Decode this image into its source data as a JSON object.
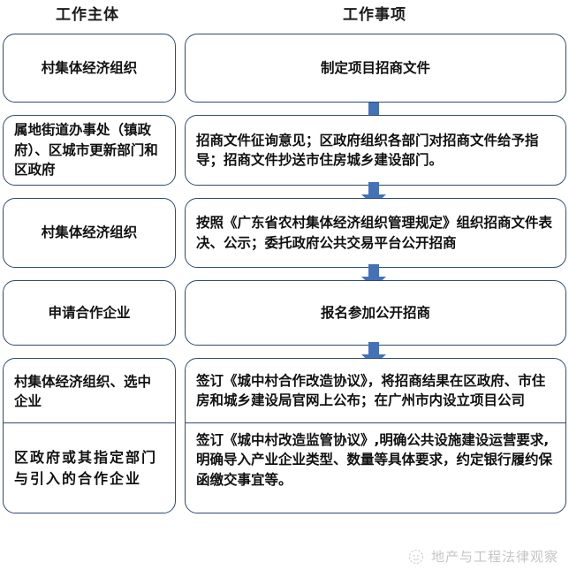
{
  "headers": {
    "left": "工作主体",
    "right": "工作事项"
  },
  "colors": {
    "box_border": "#2f4a74",
    "arrow": "#4472b8",
    "text": "#111111",
    "header_text": "#1a1a1a",
    "background": "#ffffff",
    "watermark": "#555555"
  },
  "rows": [
    {
      "subject": "村集体经济组织",
      "subject_align": "centered",
      "matter": "制定项目招商文件",
      "matter_align": "centered"
    },
    {
      "subject": "属地街道办事处（镇政府）、区城市更新部门和区政府",
      "subject_align": "leftal",
      "matter": "招商文件征询意见；区政府组织各部门对招商文件给予指导；招商文件抄送市住房城乡建设部门。",
      "matter_align": "leftal"
    },
    {
      "subject": "村集体经济组织",
      "subject_align": "centered",
      "matter": "按照《广东省农村集体经济组织管理规定》组织招商文件表决、公示；委托政府公共交易平台公开招商",
      "matter_align": "leftal"
    },
    {
      "subject": "申请合作企业",
      "subject_align": "centered",
      "matter": "报名参加公开招商",
      "matter_align": "centered"
    }
  ],
  "split_row": {
    "top": {
      "subject": "村集体经济组织、选中企业",
      "matter": "签订《城中村合作改造协议》，将招商结果在区政府、市住房和城乡建设局官网上公布；在广州市内设立项目公司"
    },
    "bottom": {
      "subject": "区政府或其指定部门与引入的合作企业",
      "matter": "签订《城中村改造监管协议》,明确公共设施建设运营要求,明确导入产业企业类型、数量等具体要求，约定银行履约保函缴交事宜等。"
    }
  },
  "arrows": [
    {
      "label": "flow-arrow-1"
    },
    {
      "label": "flow-arrow-2"
    },
    {
      "label": "flow-arrow-3"
    },
    {
      "label": "flow-arrow-4"
    }
  ],
  "watermark": {
    "text": "地产与工程法律观察",
    "icon": "wechat-official-account-icon"
  }
}
